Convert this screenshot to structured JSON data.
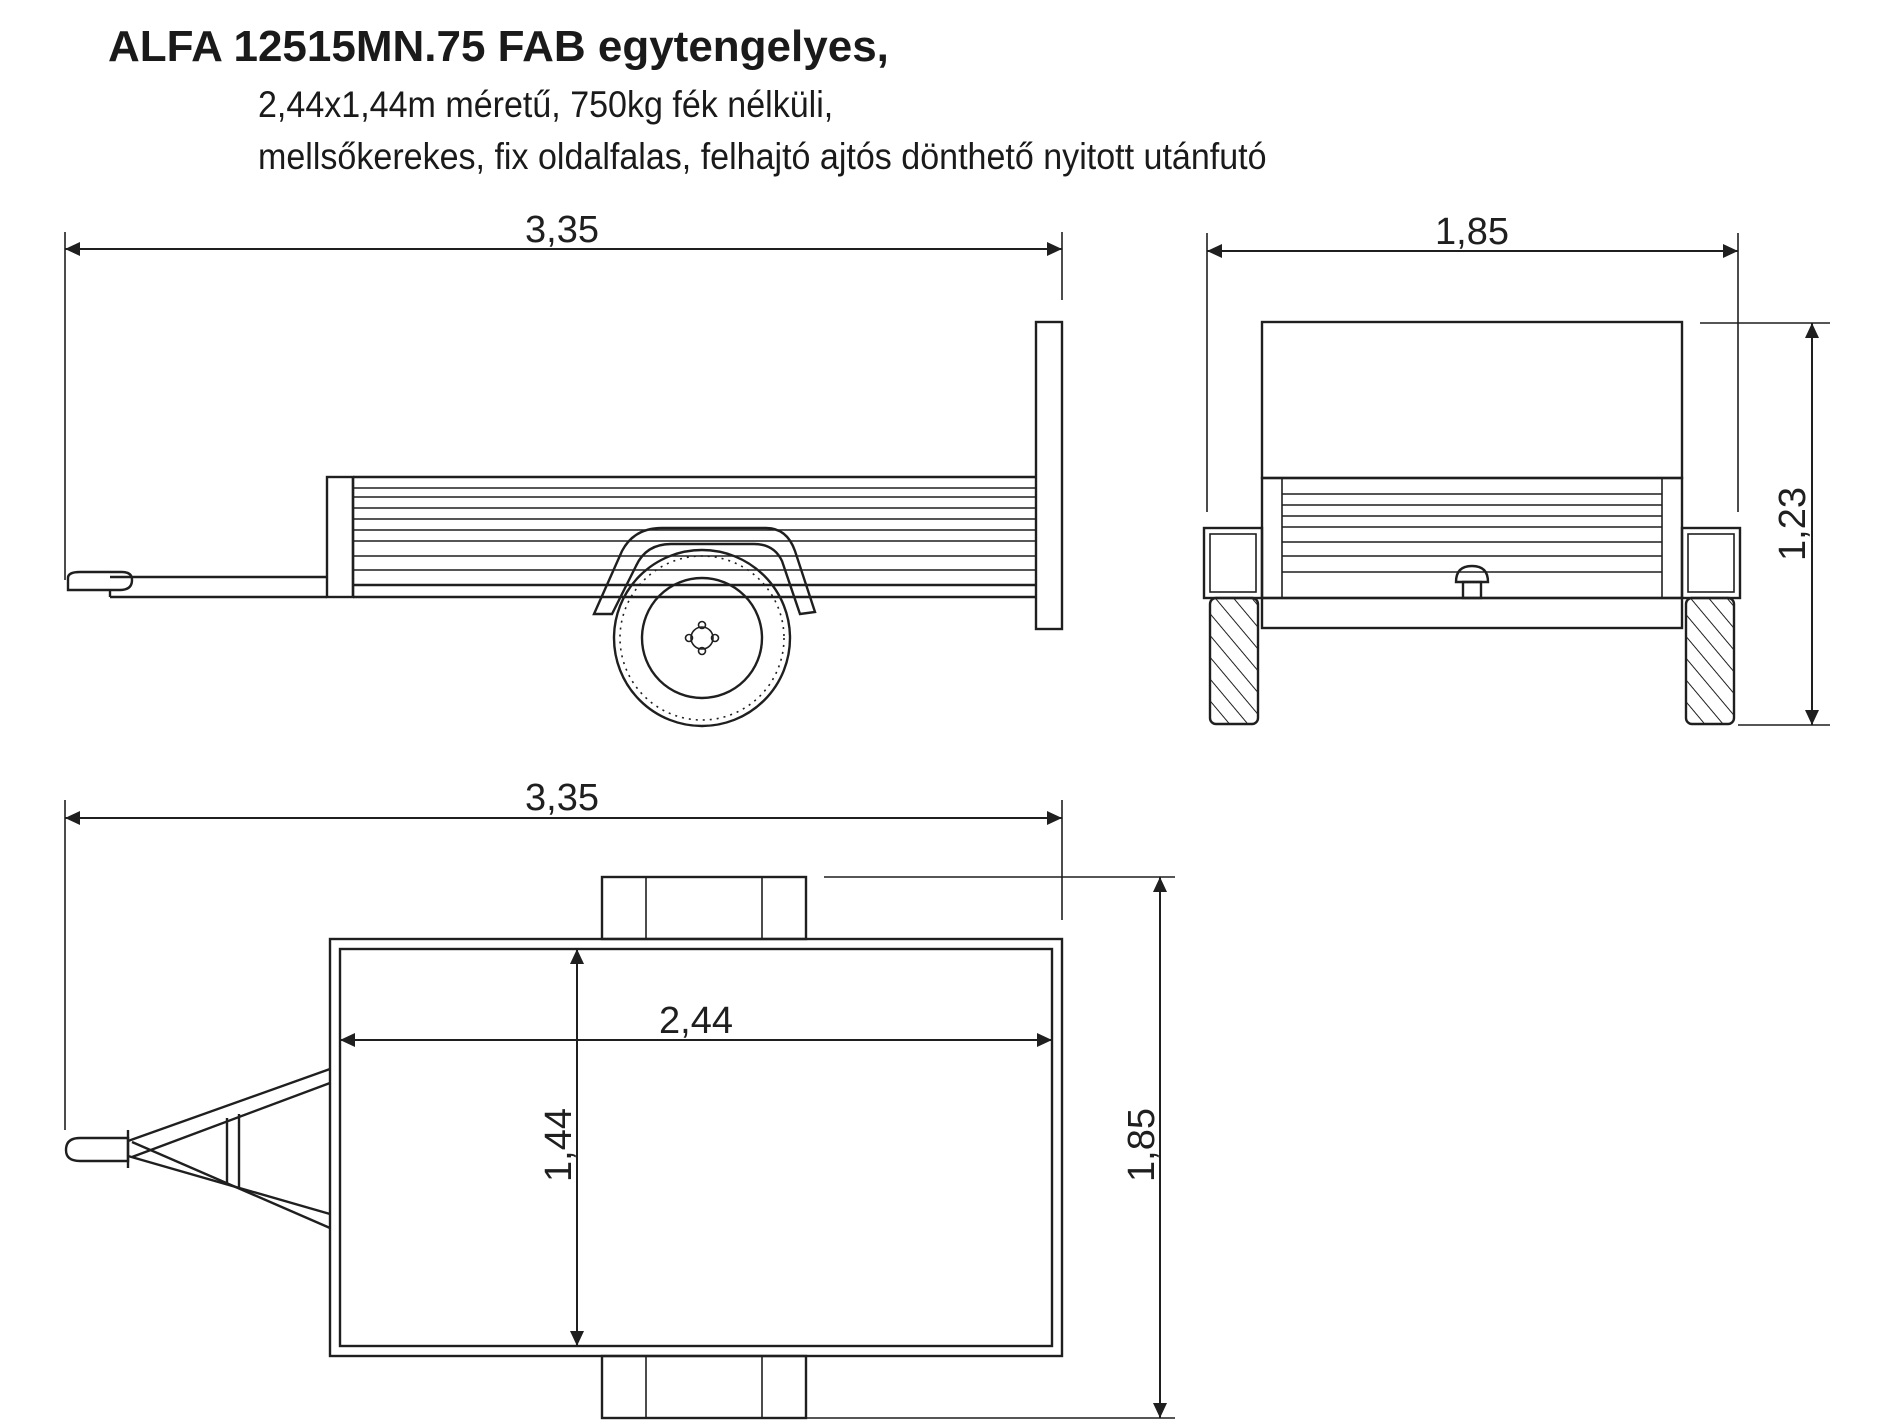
{
  "header": {
    "title": "ALFA 12515MN.75 FAB egytengelyes,",
    "line1": "2,44x1,44m méretű, 750kg fék nélküli,",
    "line2": "mellsőkerekes, fix oldalfalas, felhajtó ajtós dönthető nyitott utánfutó"
  },
  "dimensions": {
    "side_length": "3,35",
    "rear_width": "1,85",
    "rear_height": "1,23",
    "top_length": "3,35",
    "bed_length": "2,44",
    "bed_width": "1,44",
    "top_width": "1,85"
  }
}
